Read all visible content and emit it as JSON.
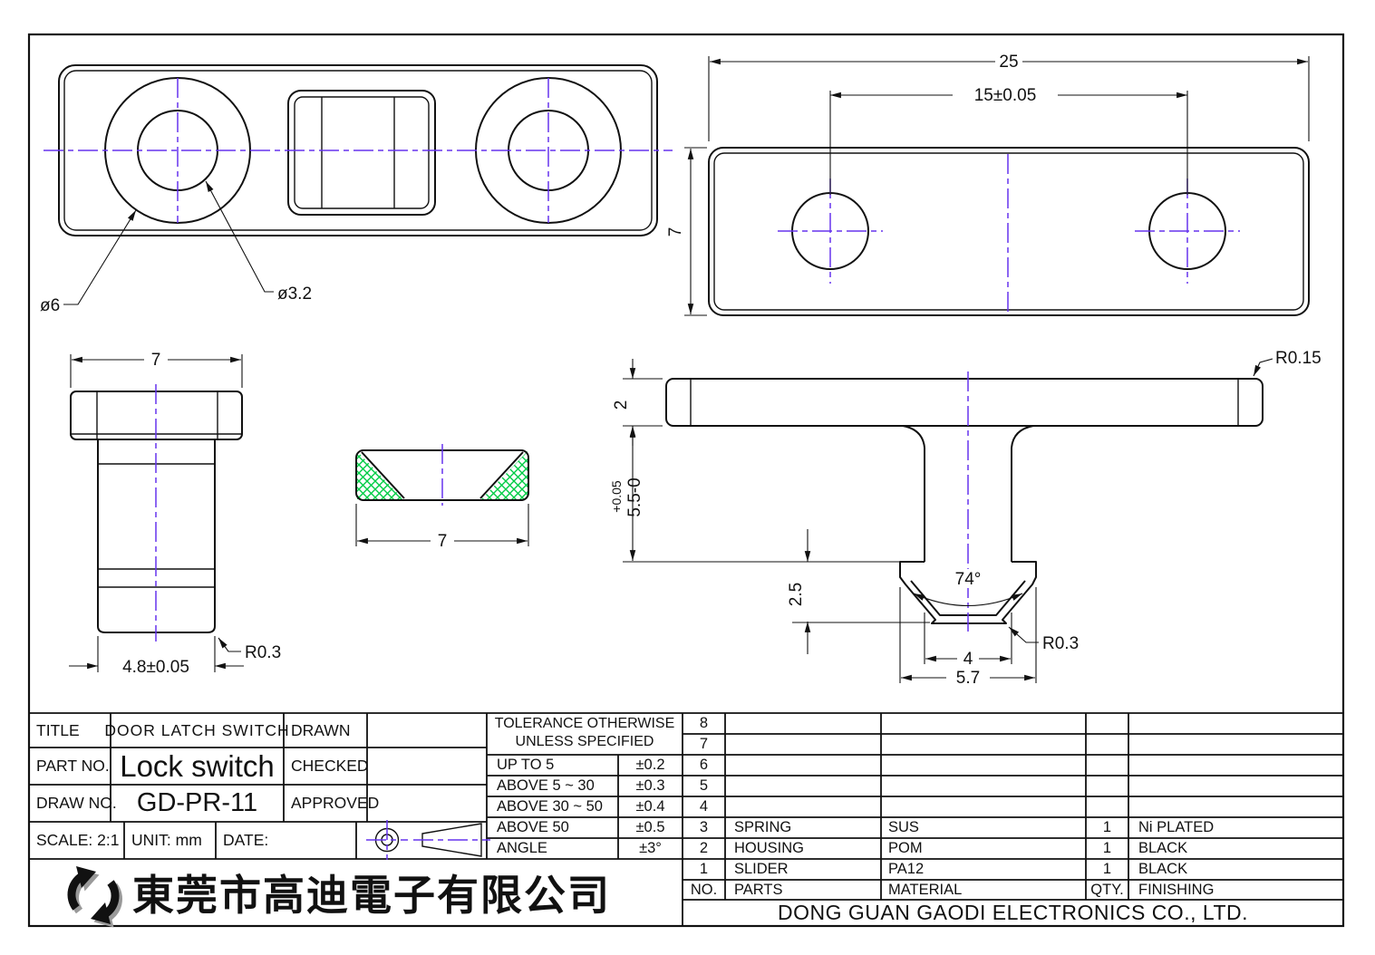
{
  "colors": {
    "centerline": "#6633ee",
    "hatch": "#00cc44",
    "line": "#111111"
  },
  "company": {
    "name_cn": "東莞市高迪電子有限公司",
    "name_en": "DONG GUAN GAODI ELECTRONICS CO., LTD."
  },
  "title_block": {
    "title_label": "TITLE",
    "title_value": "DOOR LATCH SWITCH",
    "part_no_label": "PART NO.",
    "part_no_value": "Lock switch",
    "draw_no_label": "DRAW NO.",
    "draw_no_value": "GD-PR-11",
    "drawn_label": "DRAWN",
    "checked_label": "CHECKED",
    "approved_label": "APPROVED",
    "scale": "SCALE: 2:1",
    "unit": "UNIT: mm",
    "date": "DATE:"
  },
  "tolerance_table": {
    "header_line1": "TOLERANCE OTHERWISE",
    "header_line2": "UNLESS SPECIFIED",
    "rows": [
      {
        "range": "UP TO 5",
        "tol": "±0.2"
      },
      {
        "range": "ABOVE 5 ~ 30",
        "tol": "±0.3"
      },
      {
        "range": "ABOVE 30 ~ 50",
        "tol": "±0.4"
      },
      {
        "range": "ABOVE 50",
        "tol": "±0.5"
      },
      {
        "range": "ANGLE",
        "tol": "±3°"
      }
    ]
  },
  "parts_table": {
    "headers": {
      "no": "NO.",
      "parts": "PARTS",
      "material": "MATERIAL",
      "qty": "QTY.",
      "finishing": "FINISHING"
    },
    "rows": [
      {
        "no": "8",
        "parts": "",
        "material": "",
        "qty": "",
        "finishing": ""
      },
      {
        "no": "7",
        "parts": "",
        "material": "",
        "qty": "",
        "finishing": ""
      },
      {
        "no": "6",
        "parts": "",
        "material": "",
        "qty": "",
        "finishing": ""
      },
      {
        "no": "5",
        "parts": "",
        "material": "",
        "qty": "",
        "finishing": ""
      },
      {
        "no": "4",
        "parts": "",
        "material": "",
        "qty": "",
        "finishing": ""
      },
      {
        "no": "3",
        "parts": "SPRING",
        "material": "SUS",
        "qty": "1",
        "finishing": "Ni PLATED"
      },
      {
        "no": "2",
        "parts": "HOUSING",
        "material": "POM",
        "qty": "1",
        "finishing": "BLACK"
      },
      {
        "no": "1",
        "parts": "SLIDER",
        "material": "PA12",
        "qty": "1",
        "finishing": "BLACK"
      }
    ]
  },
  "dimensions": {
    "front": {
      "hole_outer_dia": "ø6",
      "hole_inner_dia": "ø3.2"
    },
    "top": {
      "overall_width": "25",
      "hole_pitch": "15±0.05",
      "height": "7"
    },
    "side": {
      "head_width": "7",
      "shaft_width": "4.8±0.05",
      "corner_radius": "R0.3"
    },
    "small_section": {
      "width": "7"
    },
    "profile": {
      "plate_thickness": "2",
      "tol_plus": "+0.05",
      "stem_height": "5.5-0",
      "notch_depth": "2.5",
      "notch_angle": "74°",
      "notch_width": "4",
      "foot_width": "5.7",
      "corner_radius": "R0.3",
      "plate_radius": "R0.15"
    }
  }
}
